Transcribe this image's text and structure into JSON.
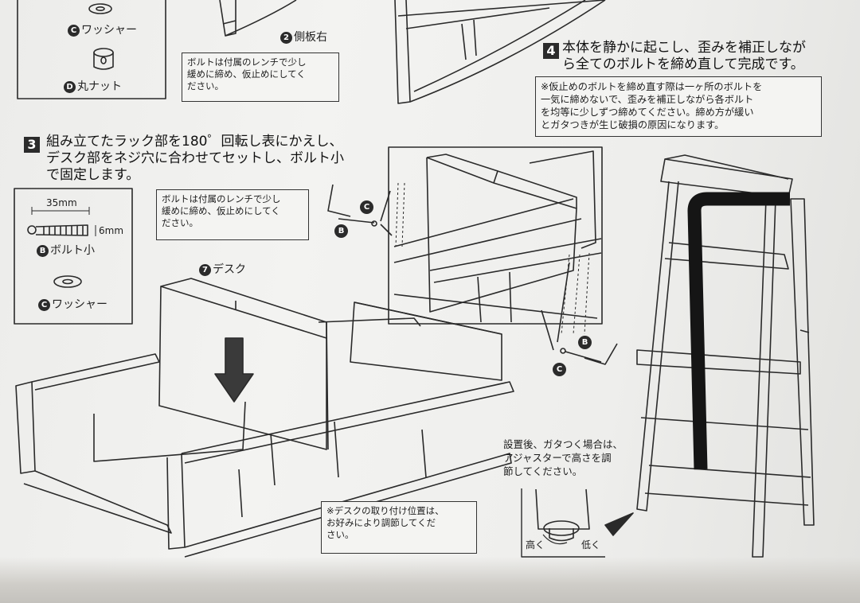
{
  "parts_top": {
    "washer": {
      "letter": "C",
      "label": "ワッシャー"
    },
    "round_nut": {
      "letter": "D",
      "label": "丸ナット"
    }
  },
  "side_panel": {
    "number": "2",
    "label": "側板右"
  },
  "note_top": {
    "lines": [
      "ボルトは付属のレンチで少し",
      "緩めに締め、仮止めにしてく",
      "ださい。"
    ]
  },
  "step3": {
    "number": "3",
    "lines": [
      "組み立てたラック部を180゜回転し表にかえし、",
      "デスク部をネジ穴に合わせてセットし、ボルト小",
      "で固定します。"
    ]
  },
  "bolt_spec": {
    "length": "35mm",
    "diameter": "6mm",
    "letter": "B",
    "label": "ボルト小"
  },
  "washer_spec": {
    "letter": "C",
    "label": "ワッシャー"
  },
  "note_mid": {
    "lines": [
      "ボルトは付属のレンチで少し",
      "緩めに締め、仮止めにしてく",
      "ださい。"
    ]
  },
  "desk_label": {
    "number": "7",
    "label": "デスク"
  },
  "callout_letters": {
    "c1": "C",
    "b1": "B",
    "b2": "B",
    "c2": "C"
  },
  "step4": {
    "number": "4",
    "lines": [
      "本体を静かに起こし、歪みを補正しなが",
      "ら全てのボルトを締め直して完成です。"
    ]
  },
  "step4_note": {
    "lines": [
      "※仮止めのボルトを締め直す際は一ヶ所のボルトを",
      "一気に締めないで、歪みを補正しながら各ボルト",
      "を均等に少しずつ締めてください。締め方が緩い",
      "とガタつきが生じ破損の原因になります。"
    ]
  },
  "adjuster_note": {
    "lines": [
      "設置後、ガタつく場合は、",
      "アジャスターで高さを調",
      "節してください。"
    ]
  },
  "adjuster_labels": {
    "high": "高く",
    "low": "低く"
  },
  "desk_note": {
    "lines": [
      "※デスクの取り付け位置は、",
      "お好みにより調節してくだ",
      "さい。"
    ]
  },
  "colors": {
    "paper": "#efefed",
    "ink": "#1d1d1d",
    "wrench": "#151515"
  }
}
